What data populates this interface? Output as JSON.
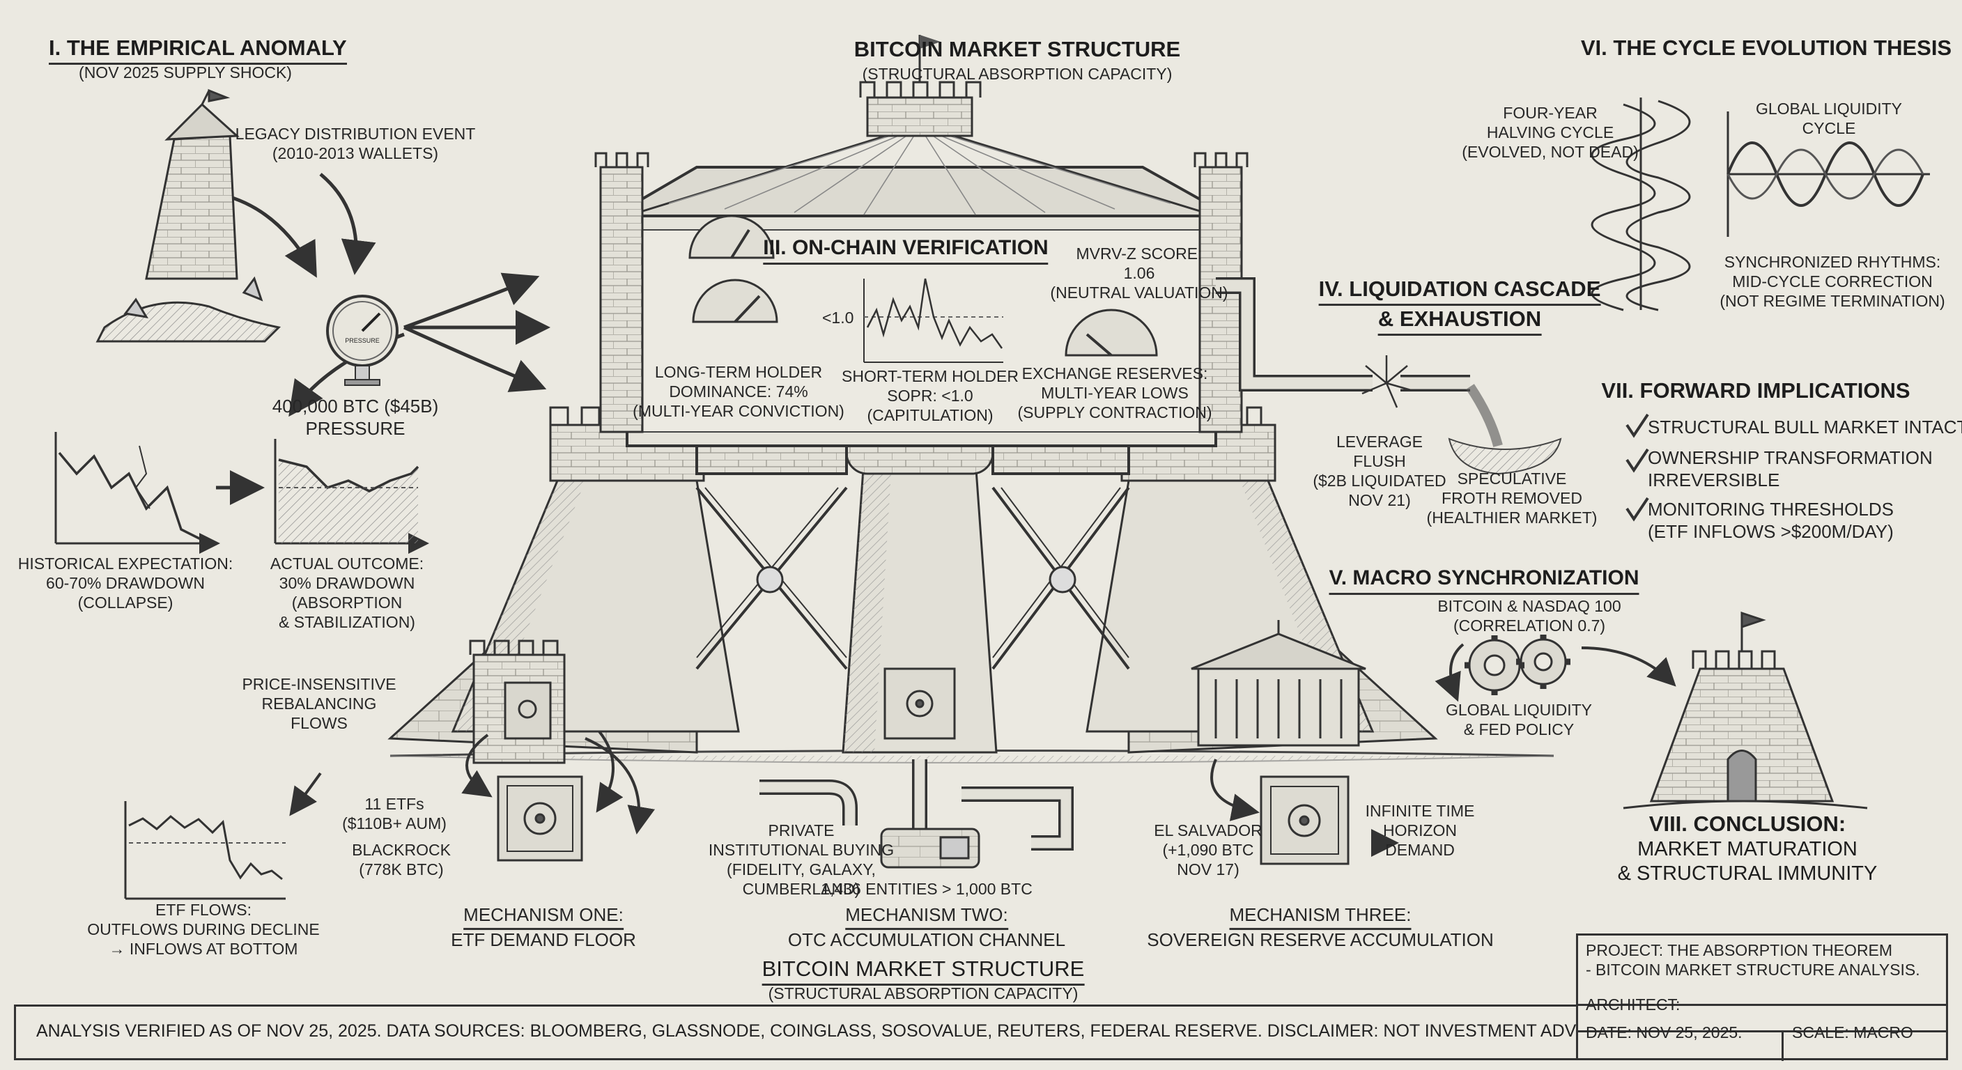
{
  "header": {
    "title": "BITCOIN MARKET STRUCTURE",
    "subtitle": "(STRUCTURAL ABSORPTION CAPACITY)"
  },
  "section1": {
    "title": "I. THE EMPIRICAL ANOMALY",
    "subtitle": "(NOV 2025 SUPPLY SHOCK)",
    "legacy": [
      "LEGACY DISTRIBUTION EVENT",
      "(2010-2013 WALLETS)"
    ],
    "pressure": [
      "400,000 BTC ($45B)",
      "PRESSURE"
    ],
    "gauge_label": "PRESSURE",
    "expectation": [
      "HISTORICAL EXPECTATION:",
      "60-70% DRAWDOWN",
      "(COLLAPSE)"
    ],
    "outcome": [
      "ACTUAL OUTCOME:",
      "30% DRAWDOWN",
      "(ABSORPTION",
      "& STABILIZATION)"
    ]
  },
  "section3": {
    "title": "III. ON-CHAIN VERIFICATION",
    "mvrv": [
      "MVRV-Z SCORE:",
      "1.06",
      "(NEUTRAL VALUATION)"
    ],
    "lth": [
      "LONG-TERM HOLDER",
      "DOMINANCE: 74%",
      "(MULTI-YEAR CONVICTION)"
    ],
    "sth": [
      "SHORT-TERM HOLDER",
      "SOPR: <1.0",
      "(CAPITULATION)"
    ],
    "exchange": [
      "EXCHANGE RESERVES:",
      "MULTI-YEAR LOWS",
      "(SUPPLY CONTRACTION)"
    ],
    "chart_label": "<1.0"
  },
  "section4": {
    "title": [
      "IV. LIQUIDATION CASCADE",
      "& EXHAUSTION"
    ],
    "flush": [
      "LEVERAGE",
      "FLUSH",
      "($2B LIQUIDATED",
      "NOV 21)"
    ],
    "froth": [
      "SPECULATIVE",
      "FROTH REMOVED",
      "(HEALTHIER MARKET)"
    ]
  },
  "section5": {
    "title": "V. MACRO SYNCHRONIZATION",
    "correlation": [
      "BITCOIN & NASDAQ 100",
      "(CORRELATION 0.7)"
    ],
    "fed": [
      "GLOBAL LIQUIDITY",
      "& FED POLICY"
    ]
  },
  "section6": {
    "title": "VI. THE CYCLE EVOLUTION THESIS",
    "halving": [
      "FOUR-YEAR",
      "HALVING CYCLE",
      "(EVOLVED, NOT DEAD)"
    ],
    "liquidity": [
      "GLOBAL LIQUIDITY",
      "CYCLE"
    ],
    "rhythms": [
      "SYNCHRONIZED RHYTHMS:",
      "MID-CYCLE CORRECTION",
      "(NOT REGIME TERMINATION)"
    ]
  },
  "section7": {
    "title": "VII. FORWARD IMPLICATIONS",
    "items": [
      [
        "STRUCTURAL BULL MARKET INTACT"
      ],
      [
        "OWNERSHIP TRANSFORMATION",
        "IRREVERSIBLE"
      ],
      [
        "MONITORING THRESHOLDS",
        "(ETF INFLOWS >$200M/DAY)"
      ]
    ]
  },
  "section8": {
    "title": "VIII. CONCLUSION:",
    "lines": [
      "MARKET MATURATION",
      "& STRUCTURAL IMMUNITY"
    ]
  },
  "mechanism1": {
    "flows": [
      "PRICE-INSENSITIVE",
      "REBALANCING",
      "FLOWS"
    ],
    "etfs": [
      "11 ETFs",
      "($110B+ AUM)"
    ],
    "blackrock": [
      "BLACKROCK",
      "(778K BTC)"
    ],
    "etf_flows": [
      "ETF FLOWS:",
      "OUTFLOWS DURING DECLINE",
      "→ INFLOWS AT BOTTOM"
    ],
    "title": "MECHANISM ONE:",
    "subtitle": "ETF DEMAND FLOOR"
  },
  "mechanism2": {
    "buying": [
      "PRIVATE",
      "INSTITUTIONAL BUYING",
      "(FIDELITY, GALAXY,",
      "CUMBERLAND)"
    ],
    "entities": "1,436 ENTITIES > 1,000 BTC",
    "title": "MECHANISM TWO:",
    "subtitle": "OTC ACCUMULATION CHANNEL"
  },
  "mechanism3": {
    "salvador": [
      "EL SALVADOR",
      "(+1,090 BTC",
      "NOV 17)"
    ],
    "horizon": [
      "INFINITE TIME",
      "HORIZON",
      "DEMAND"
    ],
    "title": "MECHANISM THREE:",
    "subtitle": "SOVEREIGN RESERVE ACCUMULATION"
  },
  "bottom": {
    "title": "BITCOIN MARKET STRUCTURE",
    "subtitle": "(STRUCTURAL ABSORPTION CAPACITY)"
  },
  "footer": {
    "text": "ANALYSIS VERIFIED AS OF NOV 25, 2025.  DATA SOURCES: BLOOMBERG, GLASSNODE, COINGLASS, SOSOVALUE, REUTERS, FEDERAL RESERVE.  DISCLAIMER: NOT INVESTMENT ADVICE."
  },
  "titleblock": {
    "project": [
      "PROJECT: THE ABSORPTION THEOREM",
      "- BITCOIN MARKET STRUCTURE ANALYSIS."
    ],
    "architect": "ARCHITECT:",
    "date": "DATE: NOV 25, 2025.",
    "scale": "SCALE: MACRO"
  },
  "colors": {
    "paper": "#ebe9e1",
    "ink": "#262626",
    "hatch": "#6a6a6a"
  }
}
